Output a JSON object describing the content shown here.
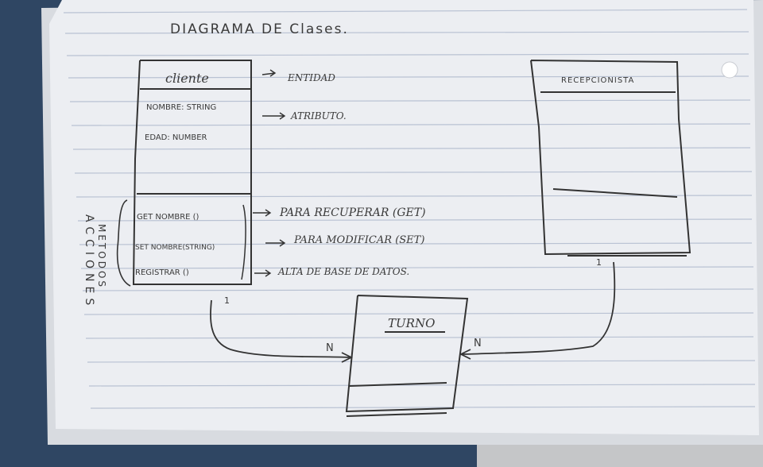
{
  "notebook": {
    "title": "DIAGRAMA DE Clases."
  },
  "classes": {
    "cliente": {
      "name": "cliente",
      "attributes": [
        "NOMBRE: STRING",
        "EDAD: NUMBER"
      ],
      "methods": [
        "GET NOMBRE ()",
        "SET NOMBRE(STRING)",
        "REGISTRAR ()"
      ]
    },
    "recepcionista": {
      "name": "RECEPCIONISTA"
    },
    "turno": {
      "name": "TURNO"
    }
  },
  "annotations": {
    "entidad": "ENTIDAD",
    "atributo": "ATRIBUTO.",
    "get": "PARA RECUPERAR (GET)",
    "set": "PARA MODIFICAR (SET)",
    "registrar": "ALTA DE BASE DE DATOS."
  },
  "side_labels": {
    "acciones": "ACCIONES",
    "metodos": "METODOS"
  },
  "multiplicity": {
    "cliente_one": "1",
    "recepcionista_one": "1",
    "turno_n_left": "N",
    "turno_n_right": "N"
  },
  "colors": {
    "paper": "#eceef2",
    "rule": "#b9c2d3",
    "ink": "#3a3a3a",
    "background": "#2f4663"
  }
}
